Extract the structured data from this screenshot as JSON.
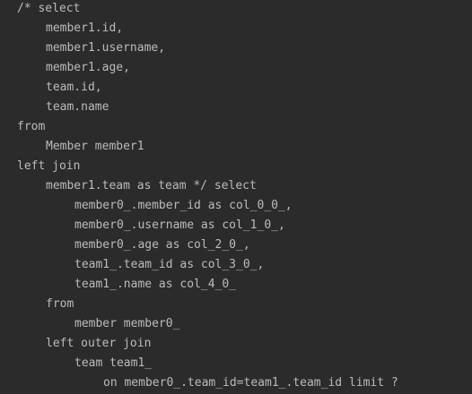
{
  "theme": {
    "background": "#2b2b2b",
    "text": "#bbbbbb"
  },
  "console": {
    "lines": [
      {
        "indent": 0,
        "text": "/* select"
      },
      {
        "indent": 1,
        "text": "member1.id,"
      },
      {
        "indent": 1,
        "text": "member1.username,"
      },
      {
        "indent": 1,
        "text": "member1.age,"
      },
      {
        "indent": 1,
        "text": "team.id,"
      },
      {
        "indent": 1,
        "text": "team.name"
      },
      {
        "indent": 0,
        "text": "from"
      },
      {
        "indent": 1,
        "text": "Member member1"
      },
      {
        "indent": 0,
        "text": "left join"
      },
      {
        "indent": 1,
        "text": "member1.team as team */ select"
      },
      {
        "indent": 2,
        "text": "member0_.member_id as col_0_0_,"
      },
      {
        "indent": 2,
        "text": "member0_.username as col_1_0_,"
      },
      {
        "indent": 2,
        "text": "member0_.age as col_2_0_,"
      },
      {
        "indent": 2,
        "text": "team1_.team_id as col_3_0_,"
      },
      {
        "indent": 2,
        "text": "team1_.name as col_4_0_"
      },
      {
        "indent": 1,
        "text": "from"
      },
      {
        "indent": 2,
        "text": "member member0_"
      },
      {
        "indent": 1,
        "text": "left outer join"
      },
      {
        "indent": 2,
        "text": "team team1_"
      },
      {
        "indent": 3,
        "text": "on member0_.team_id=team1_.team_id limit ?"
      }
    ]
  }
}
